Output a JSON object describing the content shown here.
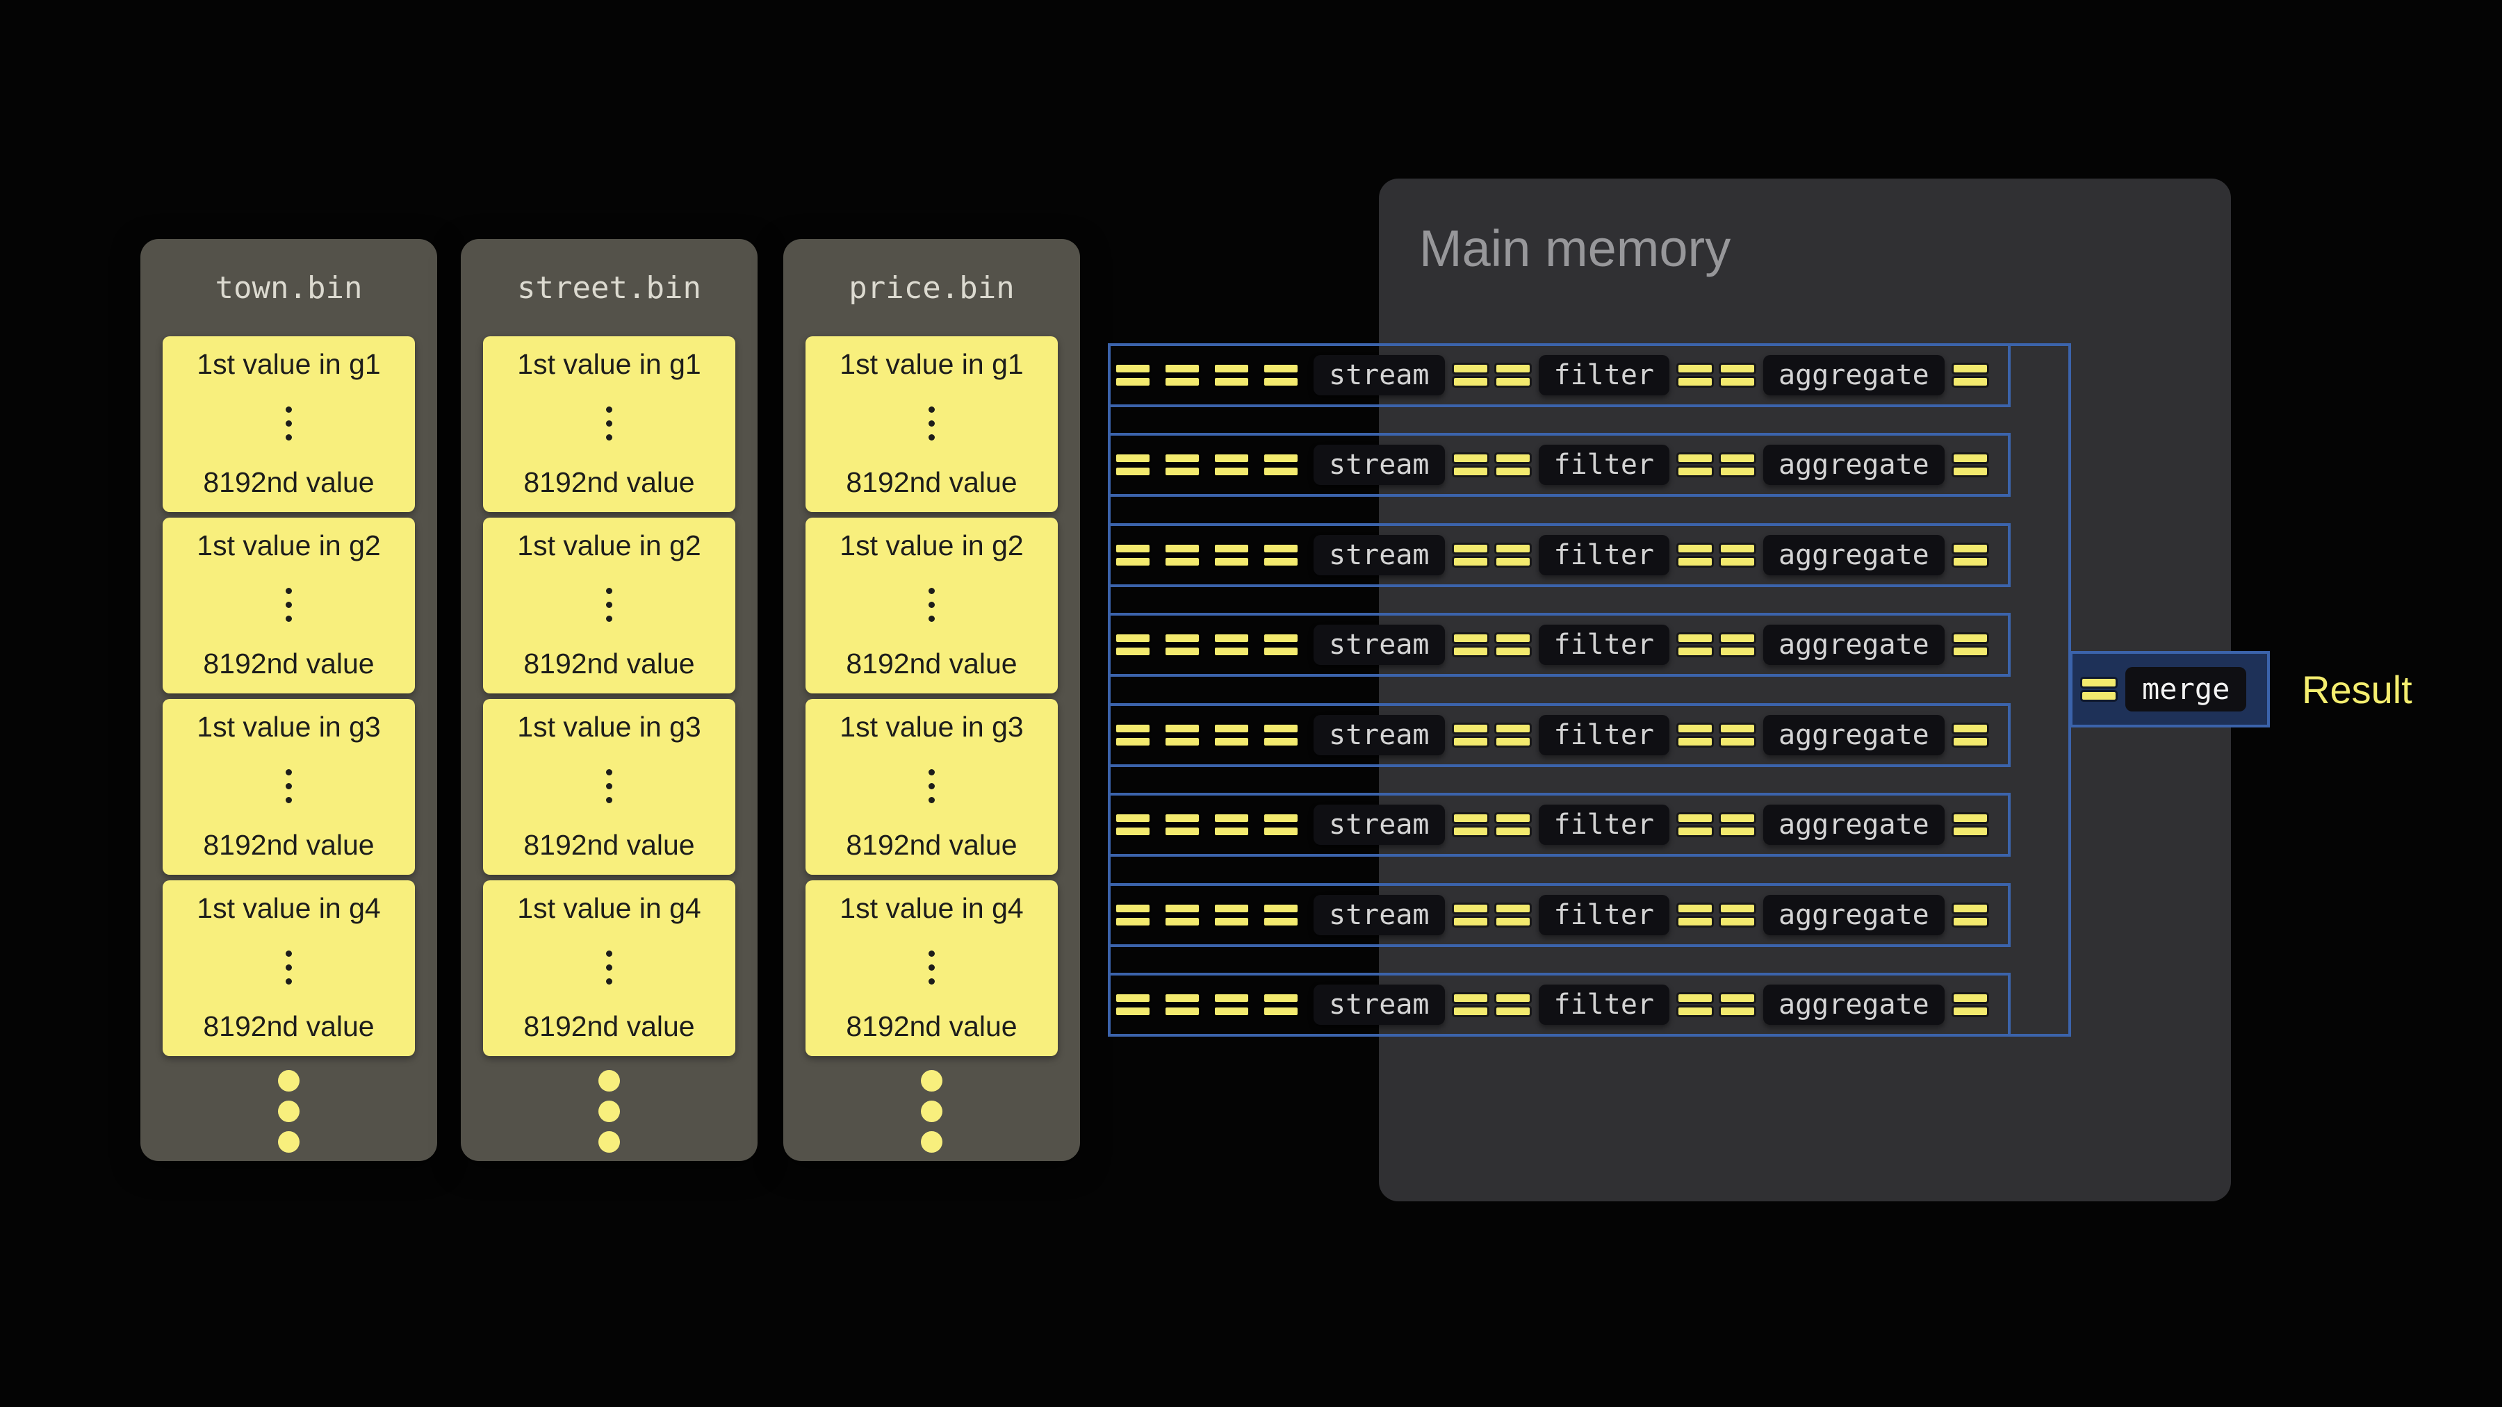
{
  "page": {
    "background": "#040404"
  },
  "files": {
    "columns": [
      {
        "name": "town.bin"
      },
      {
        "name": "street.bin"
      },
      {
        "name": "price.bin"
      }
    ],
    "groups": [
      {
        "first": "1st value in g1",
        "last": "8192nd value"
      },
      {
        "first": "1st value in g2",
        "last": "8192nd value"
      },
      {
        "first": "1st value in g3",
        "last": "8192nd value"
      },
      {
        "first": "1st value in g4",
        "last": "8192nd value"
      }
    ]
  },
  "memory": {
    "title": "Main memory"
  },
  "pipeline": {
    "lane_count": 8,
    "stages": {
      "stream": "stream",
      "filter": "filter",
      "aggregate": "aggregate"
    },
    "merge": "merge",
    "result": "Result"
  },
  "colors": {
    "yellow": "#f8ef7d",
    "blue": "#3b63ab",
    "file_column_bg": "#54524a",
    "memory_bg": "#303033",
    "stage_box_bg": "#0f0f13",
    "result_text": "#f5ee6f"
  }
}
